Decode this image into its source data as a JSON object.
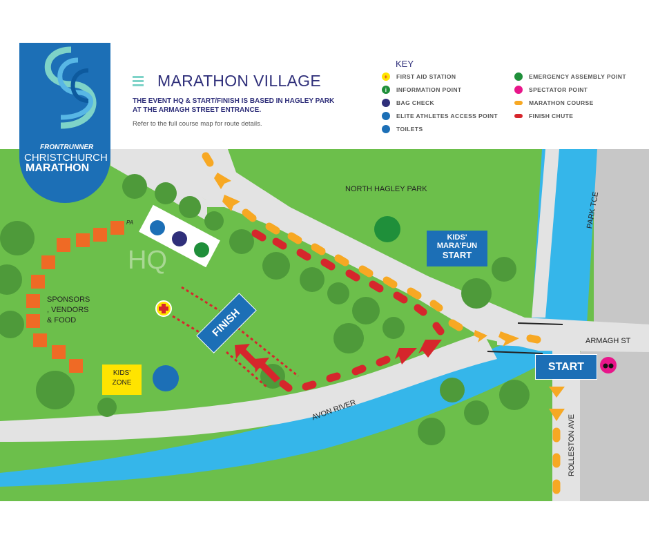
{
  "logo": {
    "brand": "FRONTRUNNER",
    "line1": "CHRISTCHURCH",
    "line2": "MARATHON"
  },
  "header": {
    "title": "MARATHON VILLAGE",
    "description": "THE EVENT HQ & START/FINISH IS BASED IN HAGLEY PARK AT THE ARMAGH STREET ENTRANCE.",
    "note": "Refer to the full course map for route details."
  },
  "key": {
    "title": "KEY",
    "items": [
      {
        "label": "FIRST AID STATION",
        "icon": "first-aid-icon"
      },
      {
        "label": "INFORMATION POINT",
        "icon": "info-icon"
      },
      {
        "label": "BAG CHECK",
        "icon": "bag-icon"
      },
      {
        "label": "ELITE ATHLETES ACCESS POINT",
        "icon": "runner-icon"
      },
      {
        "label": "TOILETS",
        "icon": "toilet-icon"
      },
      {
        "label": "EMERGENCY   ASSEMBLY   POINT",
        "icon": "assembly-icon"
      },
      {
        "label": "SPECTATOR POINT",
        "icon": "binoculars-icon"
      },
      {
        "label": "MARATHON COURSE",
        "icon": "orange-dash"
      },
      {
        "label": "FINISH CHUTE",
        "icon": "red-dash"
      }
    ]
  },
  "map": {
    "north_hagley_park": "NORTH HAGLEY PARK",
    "hq": "HQ",
    "pa": "PA",
    "sponsors": "SPONSORS\n, VENDORS\n& FOOD",
    "kids_zone": "KIDS'\nZONE",
    "kids_marafun_line1": "KIDS'",
    "kids_marafun_line2": "MARA'FUN",
    "kids_marafun_line3": "START",
    "finish": "FINISH",
    "start": "START",
    "armagh_st": "ARMAGH ST",
    "park_tce": "PARK TCE",
    "rolleston_ave": "ROLLESTON AVE",
    "avon_river": "AVON RIVER"
  },
  "colors": {
    "grass": "#6cbf4b",
    "path": "#e3e3e3",
    "river": "#35b6ea",
    "orange": "#f7a823",
    "red": "#d6262c",
    "navy": "#2f2f7a",
    "blue_sign": "#1c6fb6",
    "tree": "#4e9a3a",
    "sponsor_orange": "#ef6a25"
  }
}
